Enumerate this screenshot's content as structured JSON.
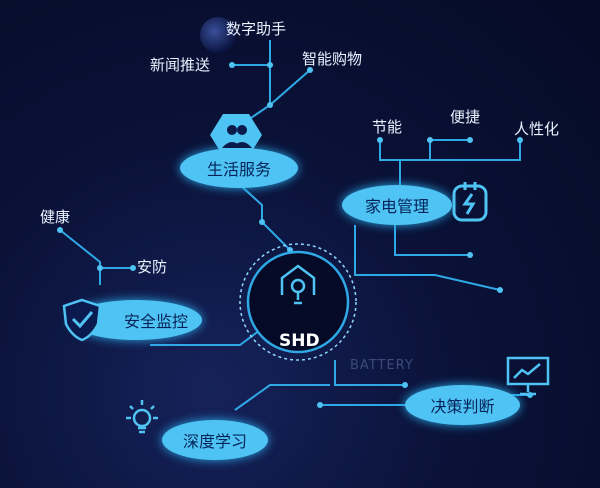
{
  "center": {
    "label": "SHD"
  },
  "nodes": {
    "life_services": "生活服务",
    "appliance_mgmt": "家电管理",
    "security_monitor": "安全监控",
    "decision_making": "决策判断",
    "deep_learning": "深度学习"
  },
  "leaves": {
    "digital_assistant": "数字助手",
    "news_push": "新闻推送",
    "smart_shopping": "智能购物",
    "energy_saving": "节能",
    "convenient": "便捷",
    "personalized": "人性化",
    "health": "健康",
    "security": "安防"
  },
  "watermark": "BATTERY",
  "colors": {
    "accent": "#4fc3f3",
    "line": "#2fa8e6",
    "background": "#070c2c"
  }
}
